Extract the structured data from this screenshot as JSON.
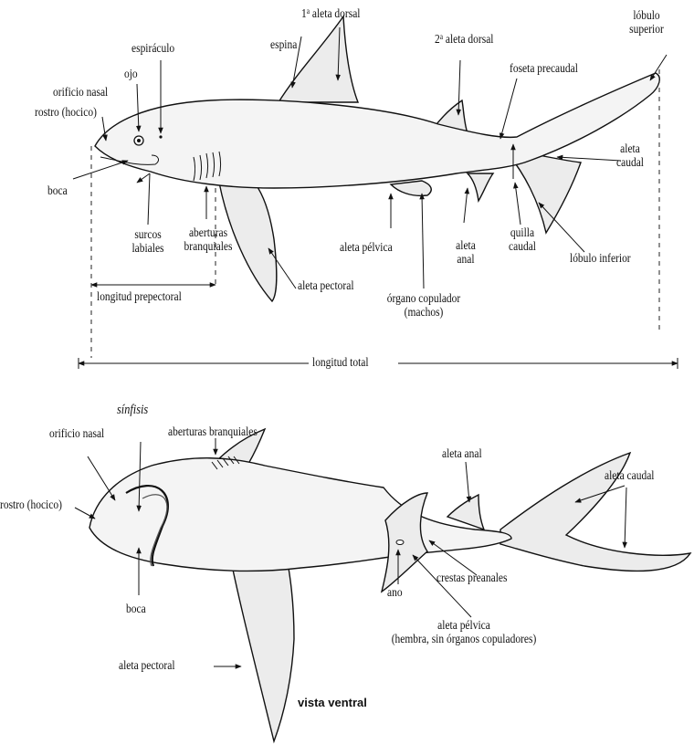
{
  "lateral_view": {
    "labels": {
      "dorsal1_num": "1",
      "dorsal1_sup": "a",
      "dorsal1_text": "aleta dorsal",
      "upper_lobe_1": "lóbulo",
      "upper_lobe_2": "superior",
      "spiracle": "espiráculo",
      "spine": "espina",
      "dorsal2_num": "2",
      "dorsal2_sup": "a",
      "dorsal2_text": "aleta dorsal",
      "precaudal_pit": "foseta precaudal",
      "eye": "ojo",
      "nostril": "orificio nasal",
      "rostrum": "rostro (hocico)",
      "caudal_fin_1": "aleta",
      "caudal_fin_2": "caudal",
      "mouth": "boca",
      "labial_1": "surcos",
      "labial_2": "labiales",
      "gill_1": "aberturas",
      "gill_2": "branquiales",
      "pelvic_fin": "aleta pélvica",
      "anal_fin_1": "aleta",
      "anal_fin_2": "anal",
      "caudal_keel_1": "quilla",
      "caudal_keel_2": "caudal",
      "lower_lobe": "lóbulo inferior",
      "prepectoral_length": "longitud prepectoral",
      "pectoral_fin": "aleta pectoral",
      "clasper_1": "órgano copulador",
      "clasper_2": "(machos)",
      "total_length": "longitud total"
    }
  },
  "ventral_view": {
    "labels": {
      "symphysis": "sínfisis",
      "nostril": "orificio nasal",
      "gill_openings": "aberturas branquiales",
      "anal_fin": "aleta anal",
      "caudal_fin": "aleta caudal",
      "rostrum": "rostro (hocico)",
      "preanal_ridges": "crestas preanales",
      "anus": "ano",
      "mouth": "boca",
      "pelvic_fin_1": "aleta pélvica",
      "pelvic_fin_2": "(hembra, sin órganos copuladores)",
      "pectoral_fin": "aleta pectoral",
      "view_title": "vista ventral"
    }
  }
}
